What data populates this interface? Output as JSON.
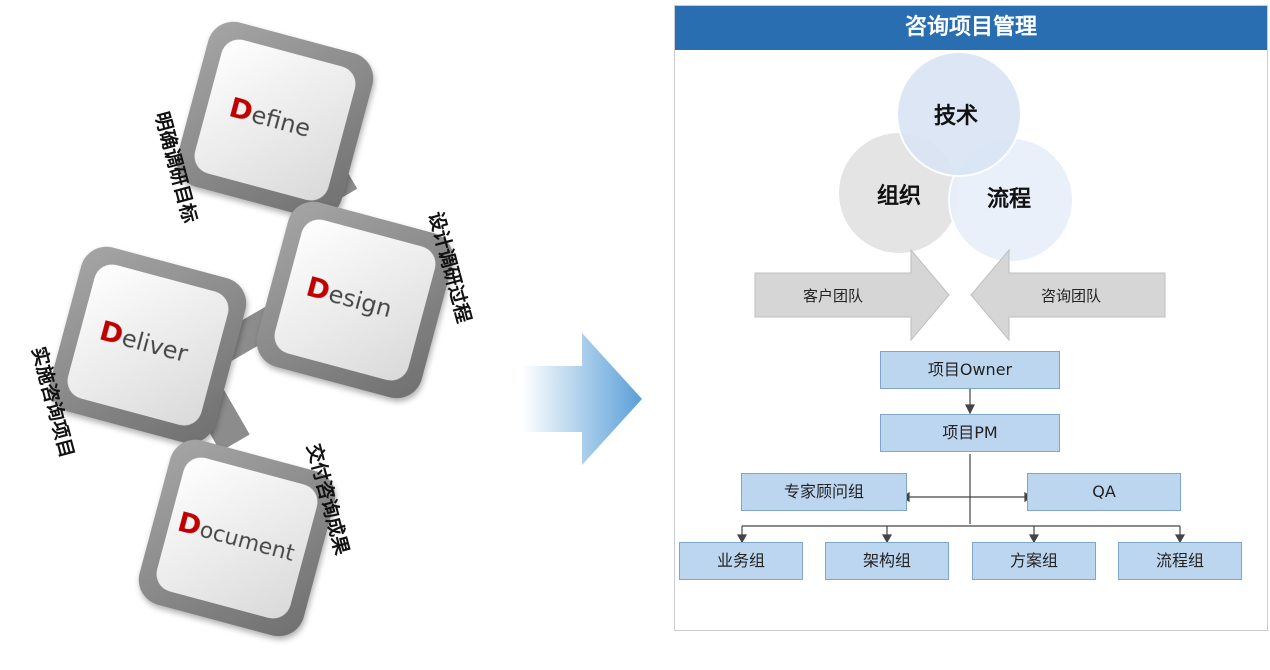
{
  "phases": [
    {
      "first_letter": "D",
      "rest": "efine",
      "caption": "明确调研目标"
    },
    {
      "first_letter": "D",
      "rest": "esign",
      "caption": "设计调研过程"
    },
    {
      "first_letter": "D",
      "rest": "eliver",
      "caption": "实施咨询项目"
    },
    {
      "first_letter": "D",
      "rest": "ocument",
      "caption": "交付咨询成果"
    }
  ],
  "panel": {
    "title": "咨询项目管理",
    "venn": {
      "top": "技术",
      "left": "组织",
      "right": "流程"
    },
    "teams": {
      "client": "客户团队",
      "consulting": "咨询团队"
    },
    "org": {
      "owner": "项目Owner",
      "pm": "项目PM",
      "experts": "专家顾问组",
      "qa": "QA",
      "groups": [
        "业务组",
        "架构组",
        "方案组",
        "流程组"
      ]
    }
  },
  "colors": {
    "accent_red": "#c00000",
    "header_blue": "#2a6eb2",
    "box_fill": "#bdd6ef",
    "frame_gray": "#8c8c8c"
  }
}
